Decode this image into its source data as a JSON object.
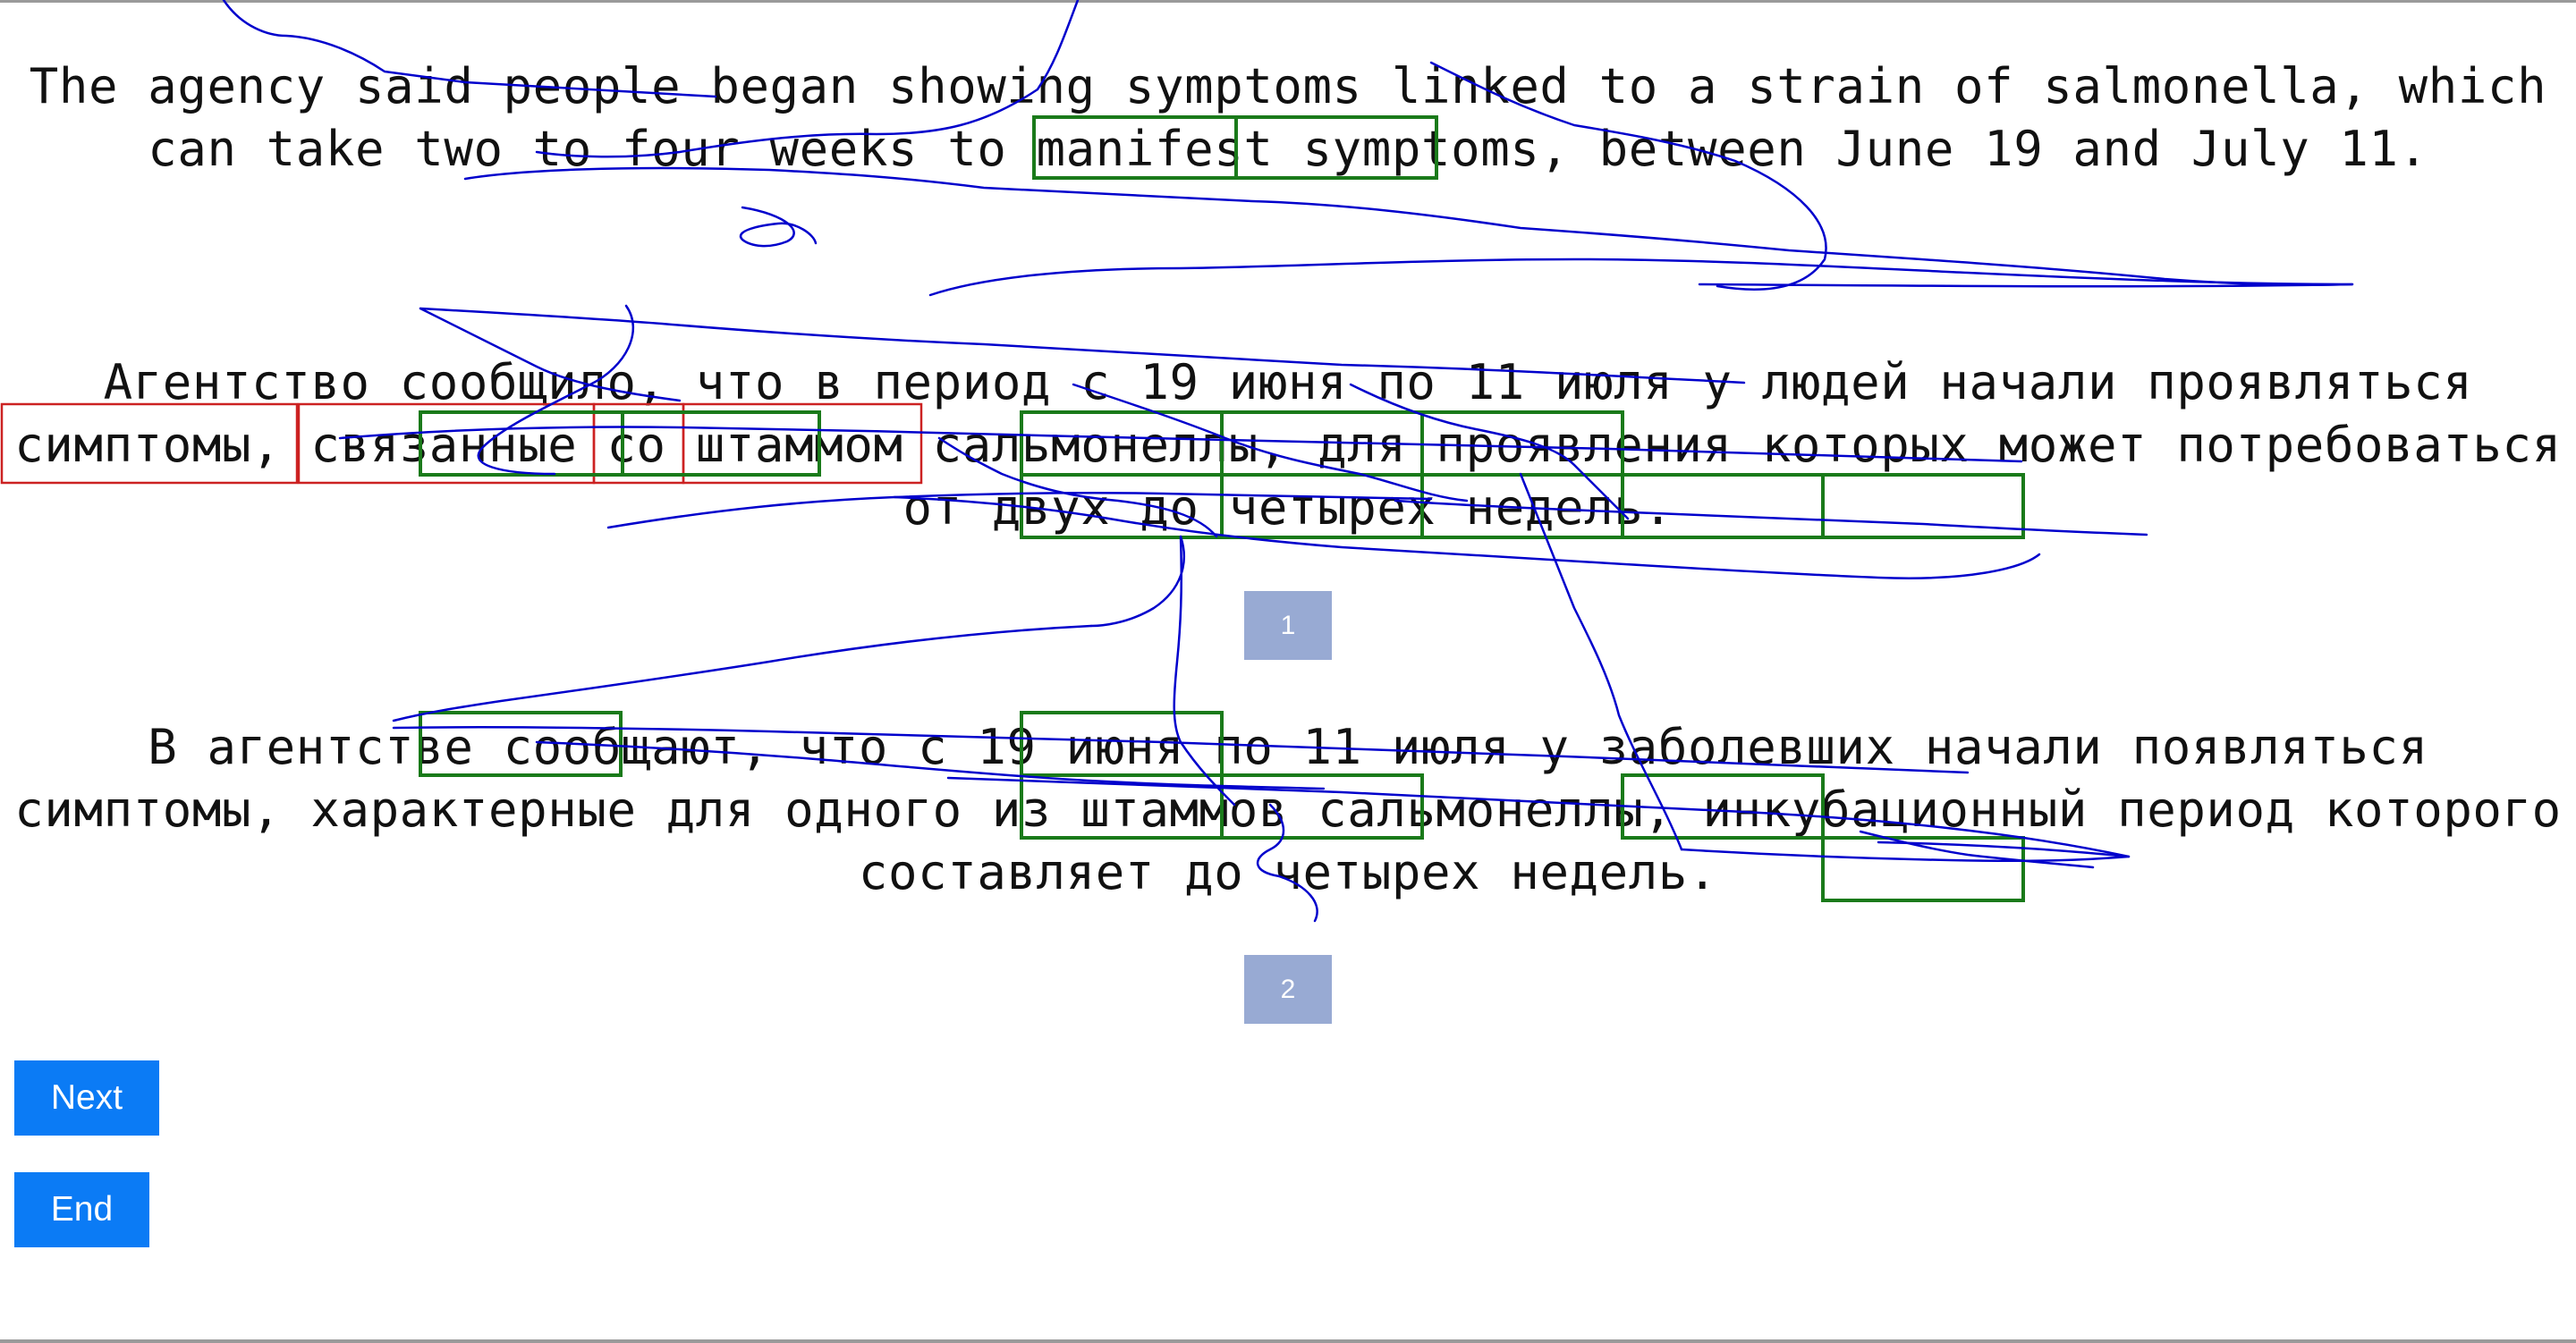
{
  "source": {
    "text": "The agency said people began showing symptoms linked to a strain of salmonella, which\ncan take two to four weeks to manifest symptoms, between June 19 and July 11."
  },
  "translations": [
    {
      "text": "Агентство сообщило, что в период с 19 июня по 11 июля у людей начали проявляться\nсимптомы, связанные со штаммом сальмонеллы, для проявления которых может потребоваться\nот двух до четырех недель.",
      "badge": "1"
    },
    {
      "text": "В агентстве сообщают, что с 19 июня по 11 июля у заболевших начали появляться\nсимптомы, характерные для одного из штаммов сальмонеллы, инкубационный период которого\nсоставляет до четырех недель.",
      "badge": "2"
    }
  ],
  "buttons": {
    "next": "Next",
    "end": "End"
  },
  "colors": {
    "gaze_trace": "#0000cc",
    "fixation_box": "#1a7a1a",
    "error_box": "#cc2222",
    "badge": "#98aad3",
    "button": "#0b7bf5"
  }
}
